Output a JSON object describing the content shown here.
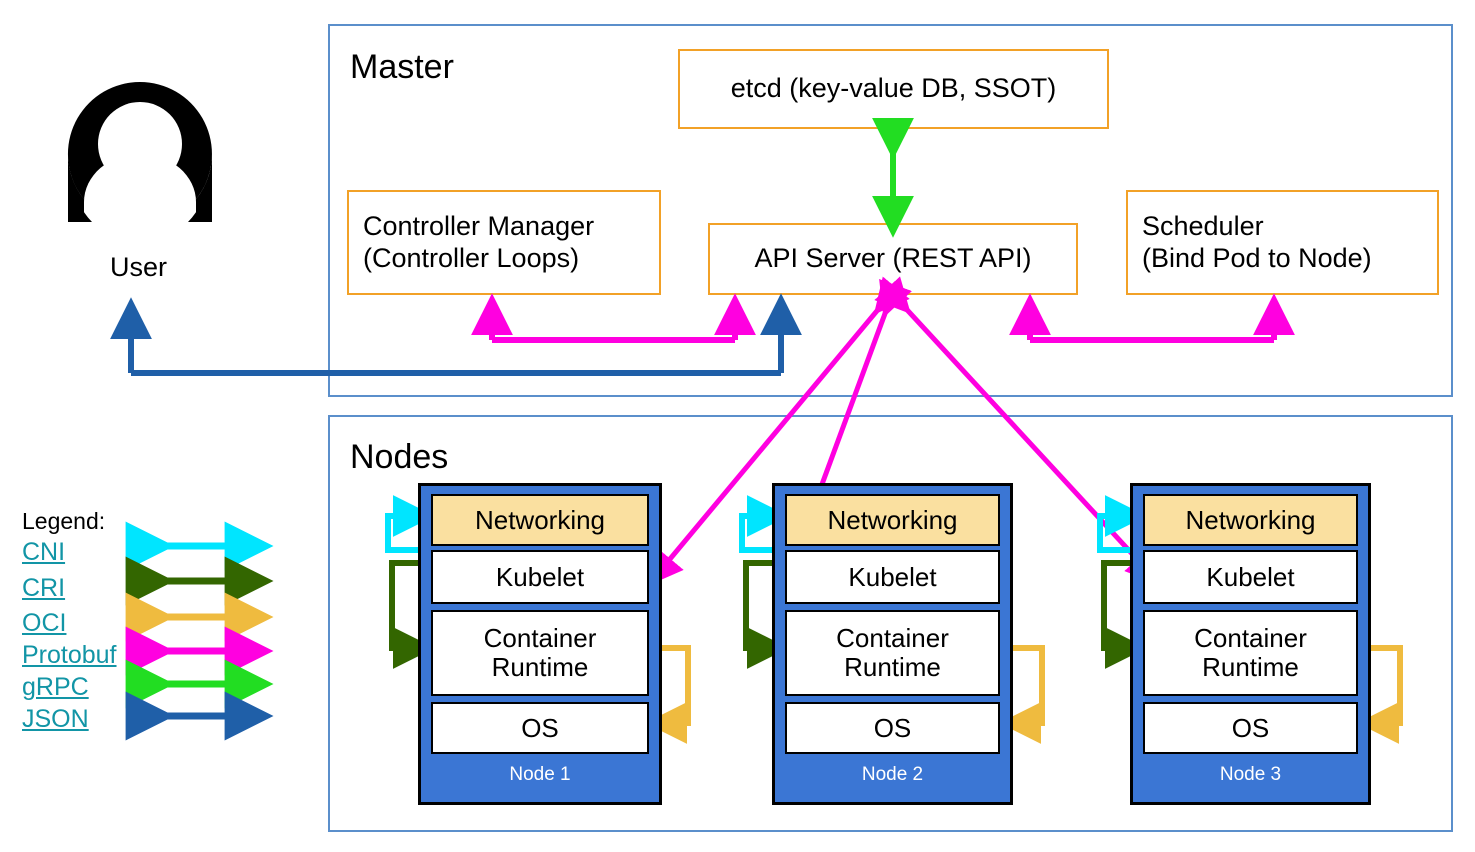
{
  "diagram": {
    "title_master": "Master",
    "title_nodes": "Nodes",
    "user_label": "User",
    "user_icon": "user-avatar-icon"
  },
  "master": {
    "boxes": [
      {
        "id": "etcd",
        "label": "etcd (key-value DB, SSOT)"
      },
      {
        "id": "controller-manager",
        "label": "Controller Manager\n(Controller Loops)",
        "line1": "Controller Manager",
        "line2": "(Controller Loops)"
      },
      {
        "id": "api-server",
        "label": "API Server (REST API)"
      },
      {
        "id": "scheduler",
        "label": "Scheduler\n(Bind Pod to Node)",
        "line1": "Scheduler",
        "line2": "(Bind Pod to Node)"
      }
    ]
  },
  "nodes": [
    {
      "name": "Node 1",
      "rows": [
        "Networking",
        "Kubelet",
        "Container Runtime",
        "OS"
      ],
      "row_runtime_line1": "Container",
      "row_runtime_line2": "Runtime"
    },
    {
      "name": "Node 2",
      "rows": [
        "Networking",
        "Kubelet",
        "Container Runtime",
        "OS"
      ],
      "row_runtime_line1": "Container",
      "row_runtime_line2": "Runtime"
    },
    {
      "name": "Node 3",
      "rows": [
        "Networking",
        "Kubelet",
        "Container Runtime",
        "OS"
      ],
      "row_runtime_line1": "Container",
      "row_runtime_line2": "Runtime"
    }
  ],
  "legend": {
    "title": "Legend:",
    "items": [
      {
        "label": "CNI",
        "color": "#00E5FF"
      },
      {
        "label": "CRI",
        "color": "#336600"
      },
      {
        "label": "OCI",
        "color": "#EFBB3F"
      },
      {
        "label": "Protobuf",
        "color": "#FF00E0"
      },
      {
        "label": "gRPC",
        "color": "#22DD22"
      },
      {
        "label": "JSON",
        "color": "#1F5FA8"
      }
    ]
  },
  "colors": {
    "container_border": "#5B8FCB",
    "master_box_border": "#F2A127",
    "node_fill": "#3B76D4",
    "networking_fill": "#FAE0A0",
    "link_text": "#1295A6",
    "cni": "#00E5FF",
    "cri": "#336600",
    "oci": "#EFBB3F",
    "protobuf": "#FF00E0",
    "grpc": "#22DD22",
    "json": "#1F5FA8"
  }
}
